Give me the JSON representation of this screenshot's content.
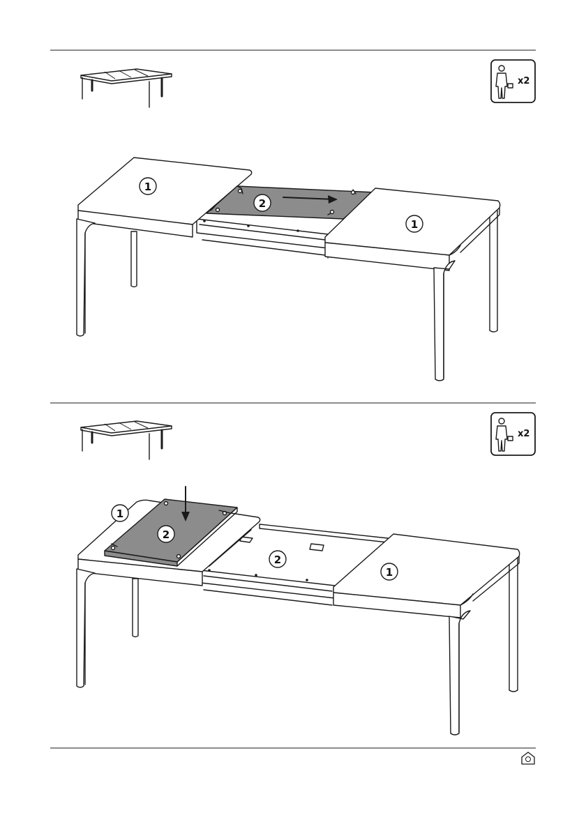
{
  "colors": {
    "line": "#1a1a1a",
    "leaf_fill": "#8c8c8c",
    "background": "#ffffff"
  },
  "steps": [
    {
      "people_badge": {
        "icon": "two-person-icon",
        "count_label": "x2"
      },
      "callouts": {
        "top_left": "1",
        "leaf": "2",
        "right": "1"
      }
    },
    {
      "people_badge": {
        "icon": "two-person-icon",
        "count_label": "x2"
      },
      "callouts": {
        "left": "1",
        "leaf": "2",
        "frame": "2",
        "right": "1"
      }
    }
  ],
  "footer": {
    "logo": "house-heart-logo"
  }
}
